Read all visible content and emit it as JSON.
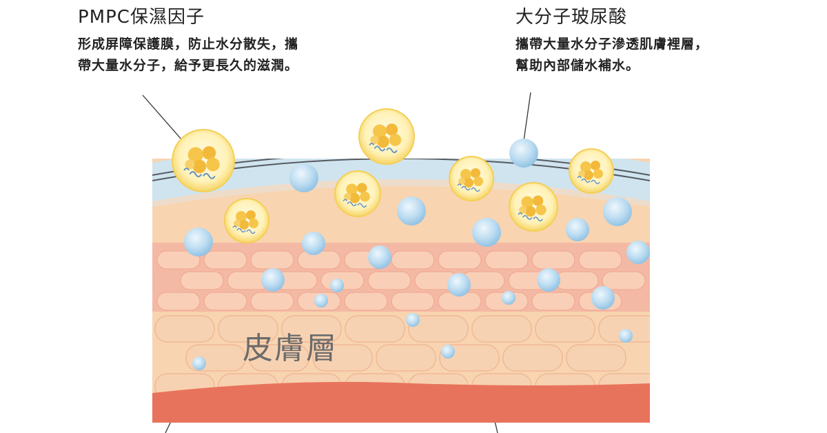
{
  "left_caption": {
    "title": "PMPC保濕因子",
    "lines": [
      "形成屏障保護膜，防止水分散失，攜",
      "帶大量水分子，給予更長久的滋潤。"
    ]
  },
  "right_caption": {
    "title": "大分子玻尿酸",
    "lines": [
      "攜帶大量水分子滲透肌膚裡層，",
      "幫助內部儲水補水。"
    ]
  },
  "layer_label": "皮膚層",
  "colors": {
    "barrier_blue": "#cfe4ee",
    "barrier_line": "#555a60",
    "upper_skin": "#f8d4b0",
    "pink_layer": "#f4b9a4",
    "cell_fill": "#f9cfb7",
    "lower_cell": "#f7d2b2",
    "dermis": "#e8735c",
    "bubble": "#b8daf0",
    "pmpc_sphere": "#f7d873"
  },
  "icons": {
    "water_bubble": "water-molecule-icon",
    "pmpc_sphere": "pmpc-moisture-factor-icon"
  }
}
